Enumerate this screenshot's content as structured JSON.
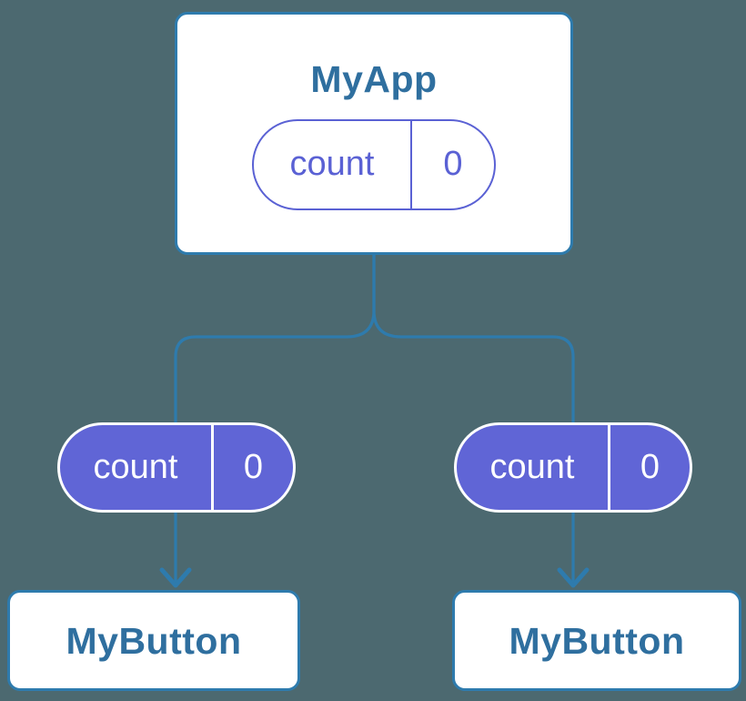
{
  "colors": {
    "background": "#4c6970",
    "line-blue": "#2e7bad",
    "card-border": "#2e7bad",
    "card-bg": "#ffffff",
    "title-text": "#2f6f9f",
    "pill-purple": "#6065d6",
    "pill-outline": "#5a61d4",
    "pill-text-light": "#ffffff"
  },
  "diagram": {
    "root": {
      "title": "MyApp",
      "state": {
        "name": "count",
        "value": "0"
      }
    },
    "children": [
      {
        "title": "MyButton",
        "prop": {
          "name": "count",
          "value": "0"
        }
      },
      {
        "title": "MyButton",
        "prop": {
          "name": "count",
          "value": "0"
        }
      }
    ]
  }
}
